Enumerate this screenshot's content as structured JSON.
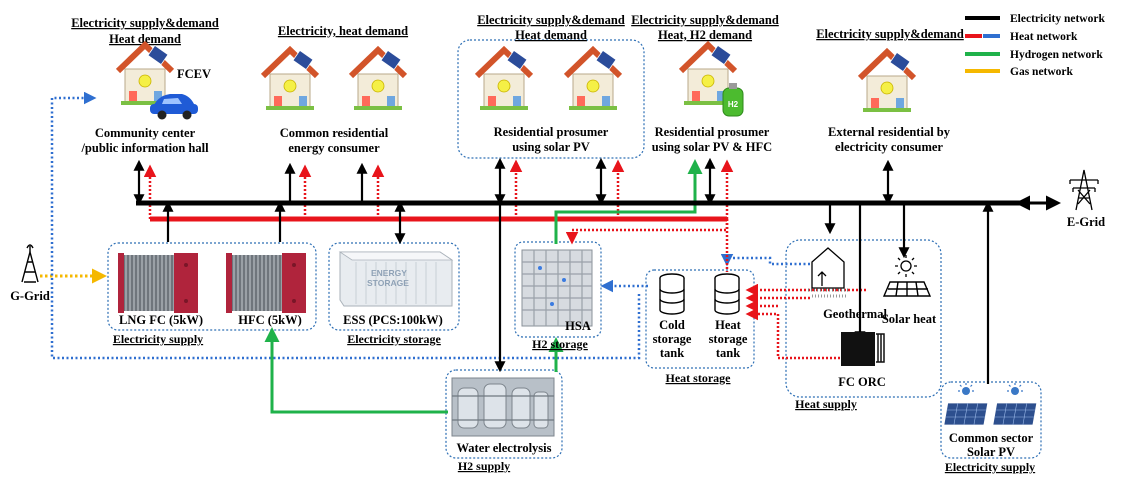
{
  "legend": {
    "electricity": "Electricity network",
    "heat": "Heat network",
    "hydrogen": "Hydrogen network",
    "gas": "Gas network"
  },
  "colors": {
    "electricity": "#000000",
    "heat": "#e8141b",
    "heat_blue": "#2f6fd0",
    "hydrogen": "#1fb24a",
    "gas": "#f5b800",
    "box_border": "#2d6fb5"
  },
  "headers": {
    "community": [
      "Electricity supply&demand",
      "Heat demand"
    ],
    "common": [
      "Electricity, heat demand"
    ],
    "prosumer_pv": [
      "Electricity supply&demand",
      "Heat demand"
    ],
    "prosumer_hfc": [
      "Electricity supply&demand",
      "Heat, H2 demand"
    ],
    "external": [
      "Electricity supply&demand"
    ]
  },
  "consumers": {
    "community": [
      "Community center",
      "/public information hall"
    ],
    "common": [
      "Common residential",
      "energy consumer"
    ],
    "prosumer_pv": [
      "Residential prosumer",
      "using solar PV"
    ],
    "prosumer_hfc": [
      "Residential prosumer",
      "using solar PV & HFC"
    ],
    "external": [
      "External residential by",
      "electricity consumer"
    ]
  },
  "badges": {
    "fcev": "FCEV",
    "h2": "H2"
  },
  "grids": {
    "g_grid": "G-Grid",
    "e_grid": "E-Grid"
  },
  "components": {
    "lng_fc": "LNG FC (5kW)",
    "hfc": "HFC (5kW)",
    "ess": "ESS (PCS:100kW)",
    "ess_text": [
      "ENERGY",
      "STORAGE"
    ],
    "hsa": "HSA",
    "cold_tank": [
      "Cold",
      "storage",
      "tank"
    ],
    "heat_tank": [
      "Heat",
      "storage",
      "tank"
    ],
    "geothermal": "Geothermal",
    "solar_heat": "Solar heat",
    "fc_orc": "FC ORC",
    "water_electrolysis": "Water electrolysis",
    "solar_pv": [
      "Common sector",
      "Solar PV"
    ]
  },
  "sections": {
    "electricity_supply_left": "Electricity supply",
    "electricity_storage": "Electricity storage",
    "h2_storage": "H2 storage",
    "heat_storage": "Heat storage",
    "heat_supply": "Heat supply",
    "h2_supply": "H2 supply",
    "electricity_supply_right": "Electricity supply"
  }
}
